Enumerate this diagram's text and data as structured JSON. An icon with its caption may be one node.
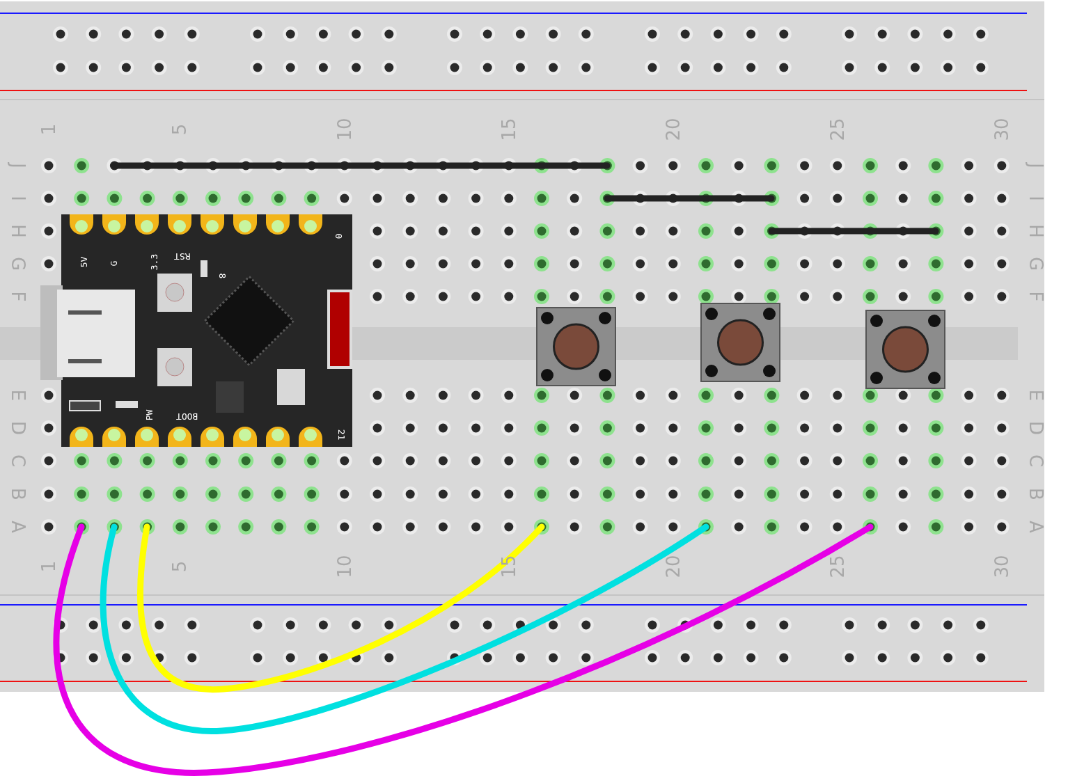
{
  "diagram": {
    "nodes": [
      {
        "text": [
          "0",
          "5V",
          "G",
          "3.3",
          "RST",
          "8",
          "PW",
          "BOOT",
          "21"
        ]
      },
      {
        "text": [],
        "shape": "box"
      },
      {
        "text": [],
        "shape": "box"
      },
      {
        "text": [],
        "shape": "box"
      }
    ],
    "labels": [
      "1",
      "5",
      "10",
      "15",
      "20",
      "25",
      "30",
      "J",
      "J",
      "I",
      "I",
      "H",
      "H",
      "G",
      "G",
      "F",
      "F",
      "E",
      "E",
      "D",
      "D",
      "C",
      "C",
      "B",
      "B",
      "A",
      "A",
      "1",
      "5",
      "10",
      "15",
      "20",
      "25",
      "30"
    ]
  }
}
